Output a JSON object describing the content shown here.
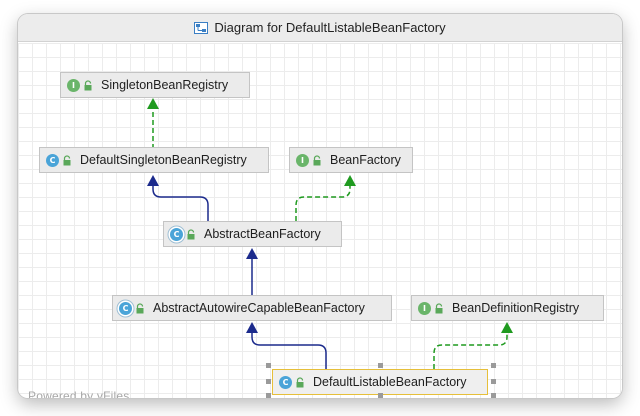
{
  "window": {
    "title": "Diagram for DefaultListableBeanFactory",
    "title_icon": "diagram-icon"
  },
  "nodes": {
    "singleton_bean_registry": {
      "label": "SingletonBeanRegistry",
      "kind": "interface",
      "badge": "I"
    },
    "default_singleton_bean_registry": {
      "label": "DefaultSingletonBeanRegistry",
      "kind": "class",
      "badge": "C"
    },
    "bean_factory": {
      "label": "BeanFactory",
      "kind": "interface",
      "badge": "I"
    },
    "abstract_bean_factory": {
      "label": "AbstractBeanFactory",
      "kind": "abstract-class",
      "badge": "C"
    },
    "abstract_autowire_capable_bean_factory": {
      "label": "AbstractAutowireCapableBeanFactory",
      "kind": "abstract-class",
      "badge": "C"
    },
    "bean_definition_registry": {
      "label": "BeanDefinitionRegistry",
      "kind": "interface",
      "badge": "I"
    },
    "default_listable_bean_factory": {
      "label": "DefaultListableBeanFactory",
      "kind": "class",
      "badge": "C",
      "selected": true
    }
  },
  "footer": {
    "powered_by": "Powered by yFiles"
  },
  "colors": {
    "extends_edge": "#1b2a8c",
    "implements_edge": "#1f9a1f",
    "selection_border": "#e6bf3a",
    "interface_badge": "#6ab56a",
    "class_badge": "#4aa4d8"
  }
}
